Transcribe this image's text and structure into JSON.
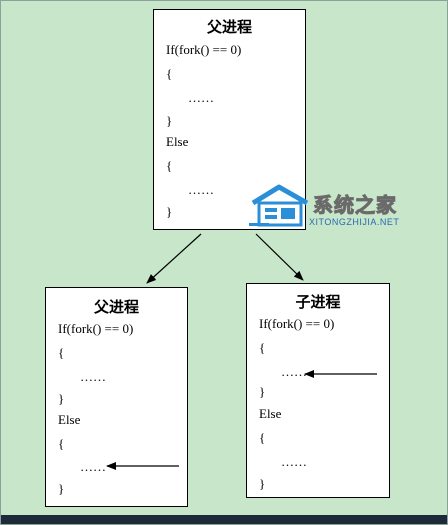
{
  "boxes": {
    "parent_top": {
      "title": "父进程",
      "lines": [
        "If(fork() == 0)",
        "{",
        "……",
        "}",
        "Else",
        "{",
        "……",
        "}"
      ]
    },
    "parent_left": {
      "title": "父进程",
      "lines": [
        "If(fork() == 0)",
        "{",
        "……",
        "}",
        "Else",
        "{",
        "……",
        "}"
      ]
    },
    "child_right": {
      "title": "子进程",
      "lines": [
        "If(fork() == 0)",
        "{",
        "……",
        "}",
        "Else",
        "{",
        "……",
        "}"
      ]
    }
  },
  "watermark": {
    "brand": "系统之家",
    "url": "XITONGZHIJIA.NET"
  },
  "colors": {
    "background": "#c8e6c9",
    "watermark_blue": "#2a8fd8"
  }
}
